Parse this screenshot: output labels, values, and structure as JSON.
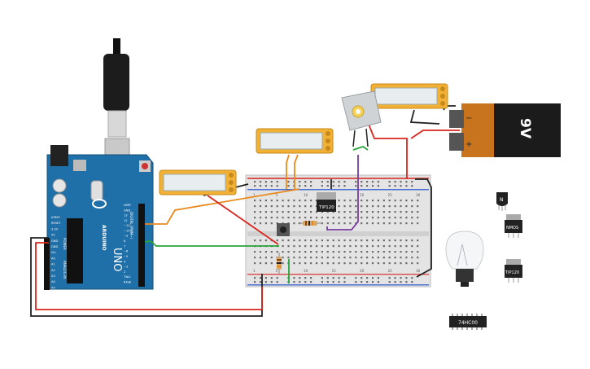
{
  "arduino": {
    "logo": "ARDUINO",
    "model": "UNO",
    "power_label": "POWER",
    "analog_label": "ANALOG IN",
    "digital_label": "DIGITAL (PWM~)",
    "left_pins": [
      "IOREF",
      "RESET",
      "3.3V",
      "5V",
      "GND",
      "GND",
      "Vin",
      "A0",
      "A1",
      "A2",
      "A3",
      "A4",
      "A5"
    ],
    "right_pins": [
      "AREF",
      "GND",
      "13",
      "12",
      "~11",
      "~10",
      "~9",
      "8",
      "7",
      "~6",
      "~5",
      "4",
      "~3",
      "2",
      "TX▸1",
      "RX◂0"
    ]
  },
  "battery": {
    "label": "9V"
  },
  "chips": {
    "transistor_main": "TIP120",
    "transistor_spare": "TIP120",
    "mosfet": "NMOS",
    "logic_ic": "74HC00"
  },
  "breadboard": {
    "col_labels_top": [
      "1",
      "5",
      "10",
      "15",
      "20",
      "25",
      "30"
    ],
    "col_labels_bottom": [
      "1",
      "5",
      "10",
      "15",
      "20",
      "25",
      "30"
    ]
  },
  "colors": {
    "arduino_blue": "#1f6fa8",
    "meter_body": "#f2b134",
    "battery_copper": "#c8741e",
    "wire_orange": "#e98a1c",
    "wire_red": "#d9261c",
    "wire_black": "#222222",
    "wire_green": "#2aa33a",
    "wire_purple": "#7a3b9e"
  }
}
